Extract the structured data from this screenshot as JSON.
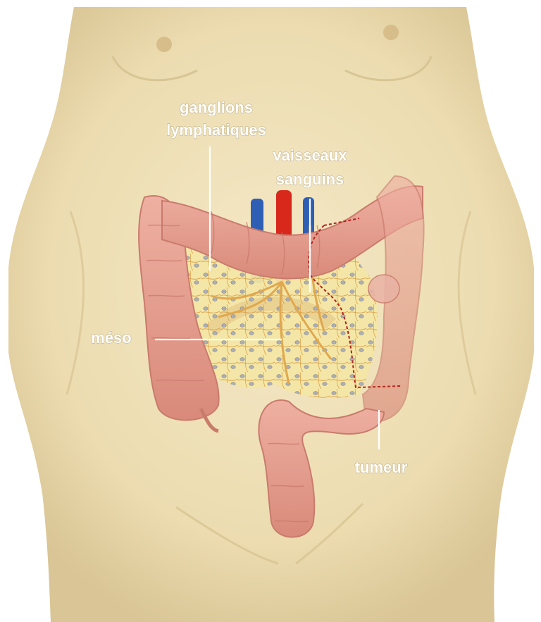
{
  "labels": {
    "lymph_nodes_line1": "ganglions",
    "lymph_nodes_line2": "lymphatiques",
    "vessels_line1": "vaisseaux",
    "vessels_line2": "sanguins",
    "mesentery": "méso",
    "tumor": "tumeur"
  },
  "colors": {
    "skin": "#efe1b8",
    "skin_shade": "#dcc999",
    "colon": "#e9a191",
    "colon_dark": "#c97b6c",
    "mesentery": "#f3e6a4",
    "artery": "#d8271b",
    "vein": "#2f5fb5",
    "lymph_node": "#a9acb5",
    "resection_margin": "#b5241f",
    "label_text": "#ffffff"
  }
}
